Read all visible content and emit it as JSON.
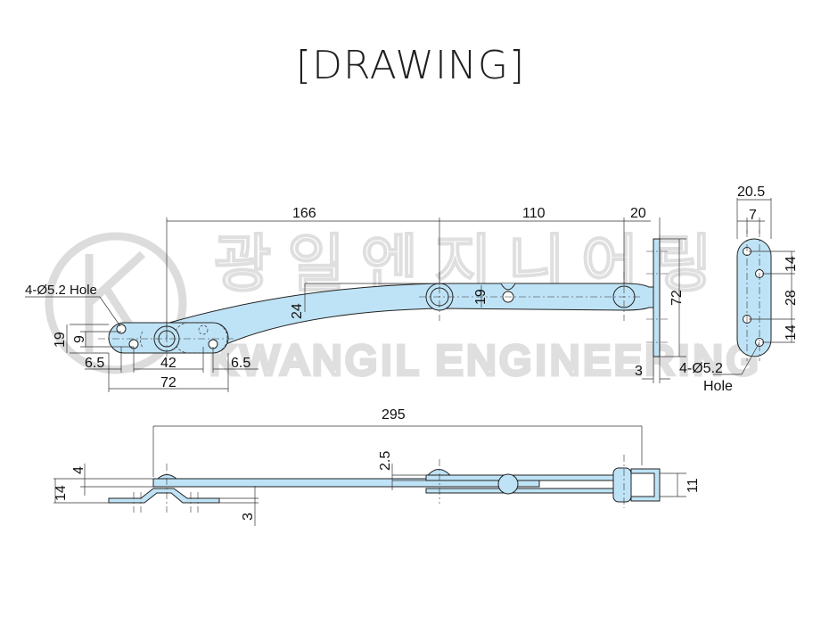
{
  "title": "[DRAWING]",
  "watermark": {
    "logo_letter": "K",
    "korean": "광일엔지니어링",
    "english": "KWANGIL ENGINEERING"
  },
  "colors": {
    "part_fill": "#bfe3f6",
    "line": "#222222"
  },
  "top_view": {
    "dim_166": "166",
    "dim_110": "110",
    "dim_20": "20",
    "dim_24": "24",
    "dim_19_arm": "19",
    "dim_72_plate": "72",
    "dim_3": "3",
    "hole_note": "4-Ø5.2 Hole",
    "dim_19_left": "19",
    "dim_9": "9",
    "dim_6_5_left": "6.5",
    "dim_42": "42",
    "dim_6_5_right": "6.5",
    "dim_72_base": "72"
  },
  "end_view": {
    "dim_20_5": "20.5",
    "dim_7": "7",
    "dim_14_top": "14",
    "dim_28": "28",
    "dim_14_bottom": "14",
    "hole_note_1": "4-Ø5.2",
    "hole_note_2": "Hole"
  },
  "side_view": {
    "dim_295": "295",
    "dim_2_5": "2.5",
    "dim_4": "4",
    "dim_14": "14",
    "dim_3": "3",
    "dim_11": "11"
  }
}
